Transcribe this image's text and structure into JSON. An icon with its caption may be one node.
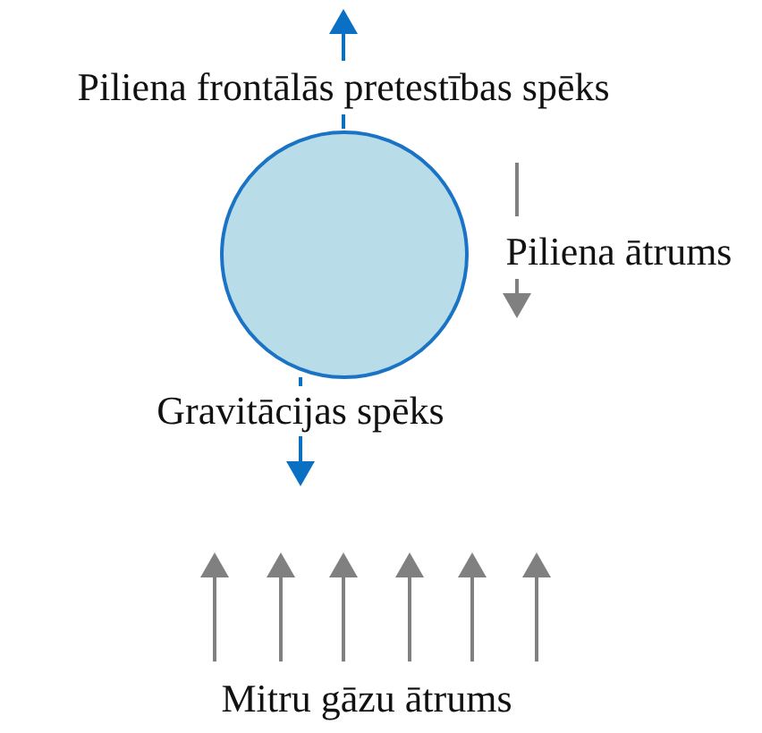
{
  "diagram": {
    "nodes": [
      {
        "text": [],
        "shape": "circle"
      }
    ],
    "labels": [
      "Piliena frontālās pretestības spēks",
      "Piliena ātrums",
      "Gravitācijas spēks",
      "Mitru gāzu ātrums"
    ]
  }
}
